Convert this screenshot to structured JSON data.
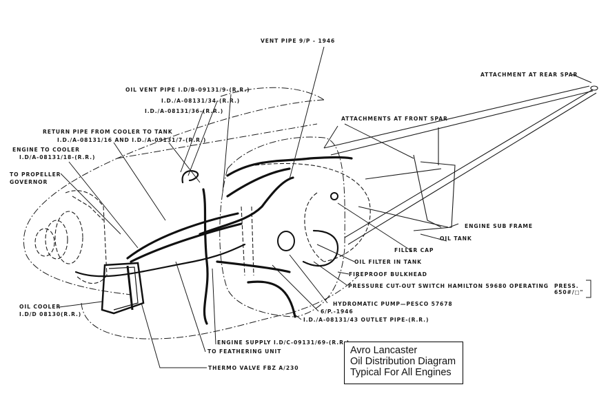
{
  "caption": {
    "line1": "Avro Lancaster",
    "line2": "Oil Distribution Diagram",
    "line3": "Typical For All Engines"
  },
  "labels": {
    "vent_pipe": "VENT PIPE  9/P - 1946",
    "attachment_rear_spar": "ATTACHMENT AT REAR SPAR",
    "oil_vent_pipe": "OIL VENT PIPE  I.D/B-09131/9-(R.R.)",
    "id_34": "I.D./A-08131/34-(R.R.)",
    "id_36": "I.D./A-08131/36-(R.R.)",
    "attachments_front_spar": "ATTACHMENTS AT FRONT SPAR",
    "return_pipe_line1": "RETURN PIPE FROM COOLER TO TANK",
    "return_pipe_line2": "I.D./A-08131/16 AND I.D./A-09131/7-(R.R.)",
    "engine_to_cooler_line1": "ENGINE TO COOLER",
    "engine_to_cooler_line2": "I.D/A-08131/18-(R.R.)",
    "to_propeller_line1": "TO PROPELLER",
    "to_propeller_line2": "GOVERNOR",
    "engine_sub_frame": "ENGINE SUB FRAME",
    "oil_tank": "OIL TANK",
    "filler_cap": "FILLER CAP",
    "oil_filter": "OIL FILTER IN TANK",
    "fireproof_bulkhead": "FIREPROOF BULKHEAD",
    "pressure_switch": "PRESSURE  CUT-OUT  SWITCH  HAMILTON  59680  OPERATING",
    "press_line1": "PRESS.",
    "press_line2": "650#/□\"",
    "hydromatic_pump": "HYDROMATIC PUMP—PESCO  57678",
    "six_p": "6/P.-1946",
    "outlet_pipe": "I.D./A-08131/43  OUTLET PIPE-(R.R.)",
    "oil_cooler_line1": "OIL COOLER",
    "oil_cooler_line2": "I.D/D  08130(R.R.)",
    "engine_supply": "ENGINE SUPPLY  I.D/C-09131/69-(R.R.)",
    "to_feathering": "TO FEATHERING UNIT",
    "thermo_valve": "THERMO  VALVE  FBZ  A/230"
  }
}
